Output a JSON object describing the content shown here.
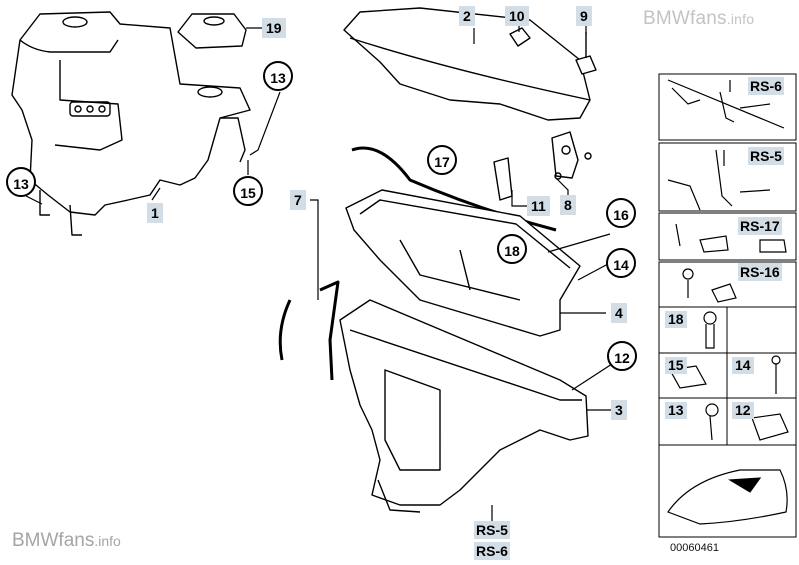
{
  "watermarks": {
    "brand": "BMWfans",
    "suffix": ".info"
  },
  "catalog_number": "00060461",
  "callouts": {
    "p1": "1",
    "p2": "2",
    "p3": "3",
    "p4": "4",
    "p7": "7",
    "p8": "8",
    "p9": "9",
    "p10": "10",
    "p11": "11",
    "p12": "12",
    "p13a": "13",
    "p13b": "13",
    "p14": "14",
    "p15": "15",
    "p16": "16",
    "p17": "17",
    "p18": "18",
    "p19": "19",
    "rs5": "RS-5",
    "rs6": "RS-6"
  },
  "sidebar": {
    "rs6": "RS-6",
    "rs5": "RS-5",
    "rs17": "RS-17",
    "rs16": "RS-16",
    "c18": "18",
    "c15": "15",
    "c14": "14",
    "c13": "13",
    "c12": "12"
  }
}
